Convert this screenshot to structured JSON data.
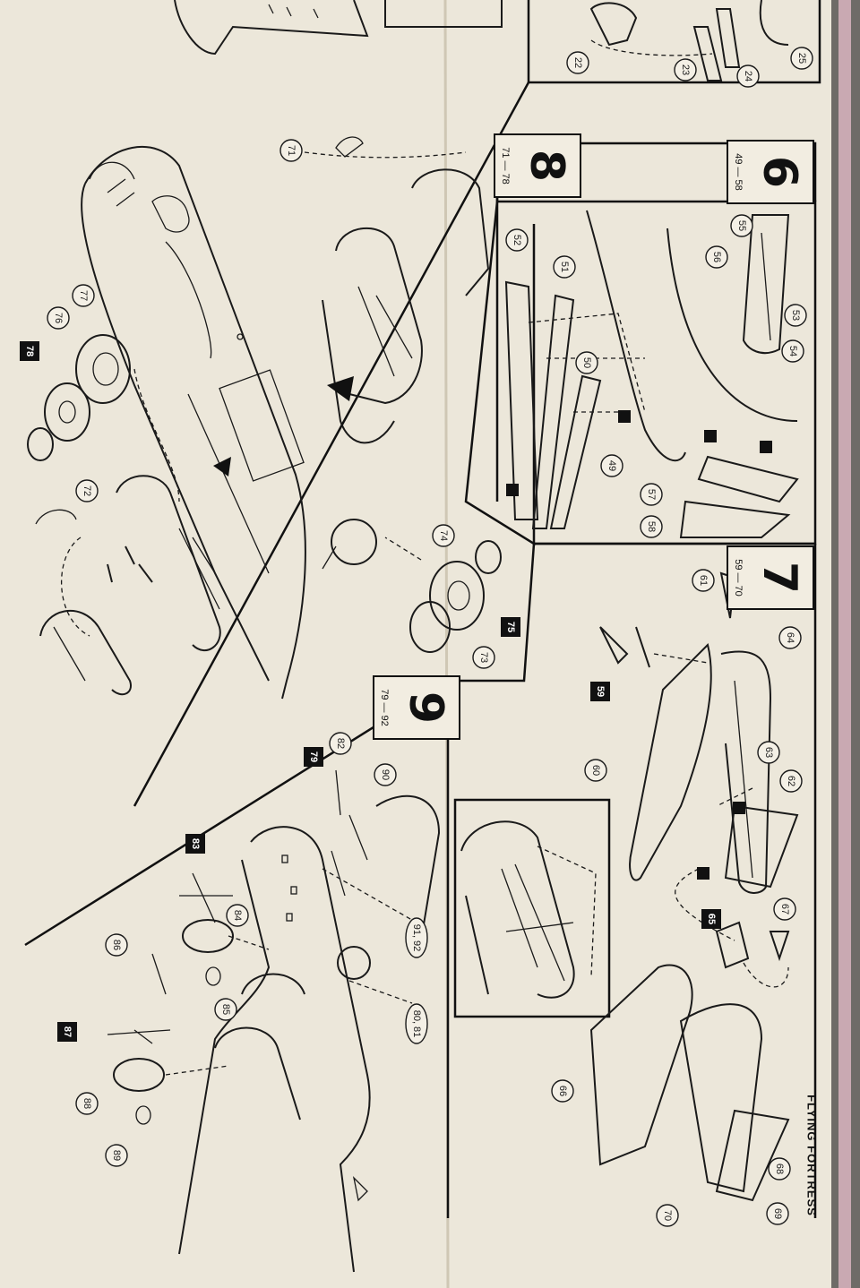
{
  "title": "FLYING FORTRESS",
  "steps": [
    {
      "id": "6",
      "number": "6",
      "range": "49 — 58"
    },
    {
      "id": "7",
      "number": "7",
      "range": "59 — 70"
    },
    {
      "id": "8",
      "number": "8",
      "range": "71 — 78"
    },
    {
      "id": "9",
      "number": "9",
      "range": "79 — 92"
    }
  ],
  "callouts_circle": [
    "22",
    "23",
    "24",
    "25",
    "49",
    "50",
    "51",
    "52",
    "53",
    "54",
    "55",
    "56",
    "57",
    "58",
    "60",
    "61",
    "62",
    "63",
    "64",
    "66",
    "67",
    "68",
    "69",
    "70",
    "71",
    "72",
    "73",
    "74",
    "76",
    "77",
    "82",
    "84",
    "85",
    "86",
    "88",
    "89",
    "90",
    "91, 92",
    "80, 81"
  ],
  "callouts_square": [
    "59",
    "65",
    "75",
    "78",
    "79",
    "83",
    "87"
  ]
}
